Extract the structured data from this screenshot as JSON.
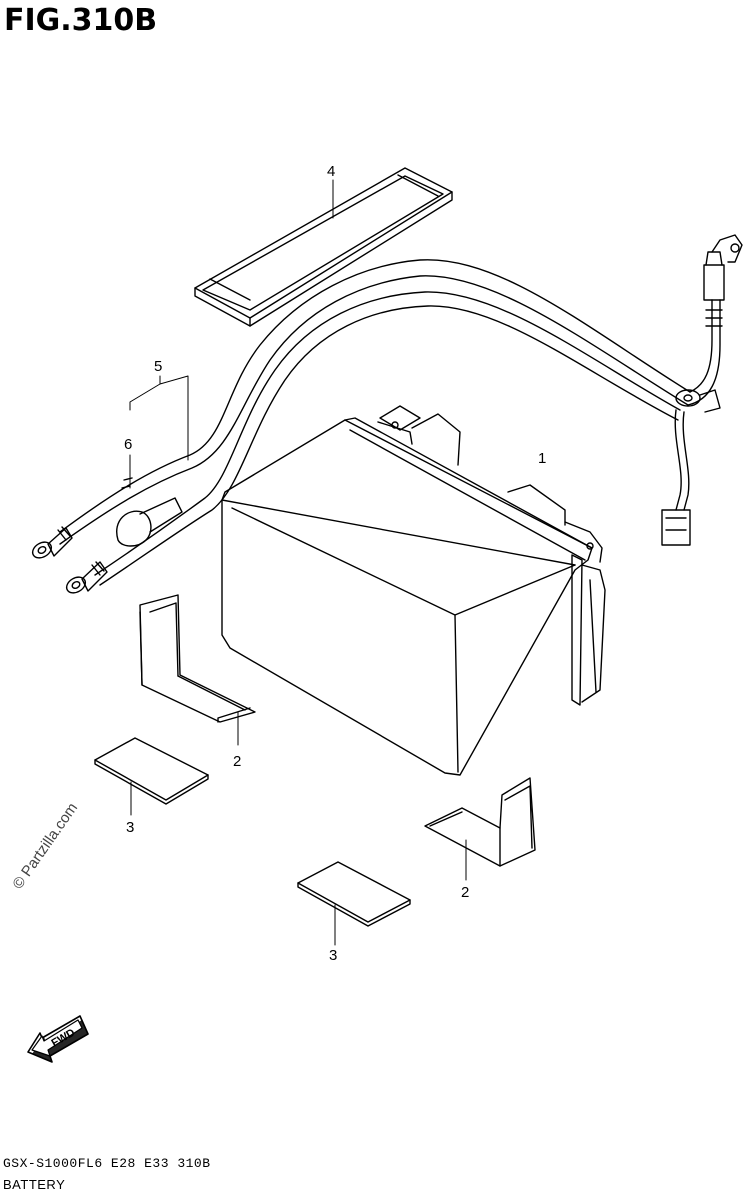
{
  "figure": {
    "title": "FIG.310B",
    "watermark": "© Partzilla.com",
    "fwd_label": "FWD"
  },
  "callouts": [
    "4",
    "5",
    "6",
    "1",
    "2",
    "3",
    "2",
    "3"
  ],
  "footer": {
    "model_line": "GSX-S1000FL6  E28  E33  310B",
    "name_line": "BATTERY"
  }
}
